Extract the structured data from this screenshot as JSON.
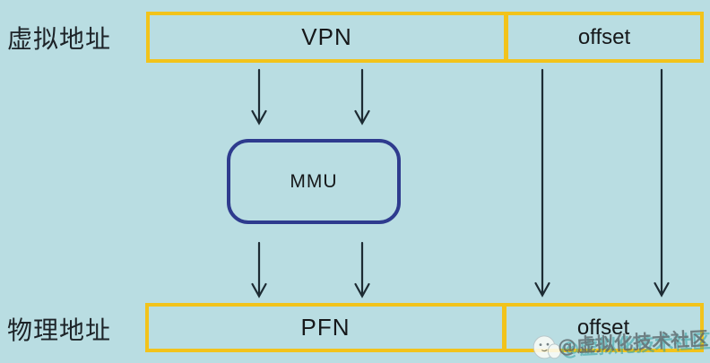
{
  "labels": {
    "virtual_address": "虚拟地址",
    "physical_address": "物理地址"
  },
  "boxes": {
    "vpn": "VPN",
    "offset_top": "offset",
    "mmu": "MMU",
    "pfn": "PFN",
    "offset_bottom": "offset"
  },
  "watermark": {
    "text": "@虚拟化技术社区",
    "mascot": "white-mascot-icon"
  },
  "colors": {
    "background": "#b9dde2",
    "address_box_border": "#f2c31b",
    "mmu_box_border": "#2e3b8e",
    "arrow": "#1d2b33",
    "text": "#16181a",
    "watermark_text": "#586366",
    "watermark_shadow": "#2fa09f"
  }
}
